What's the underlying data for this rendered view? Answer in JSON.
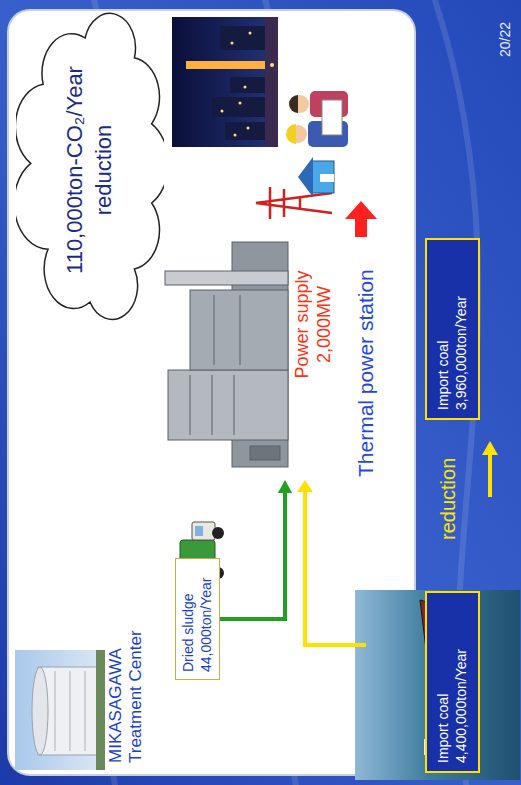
{
  "diagram": {
    "nodes": [
      {
        "text": [
          "Dried sludge 44,000ton/Year"
        ]
      },
      {
        "text": [
          "Thermal power station"
        ]
      },
      {
        "text": [
          "110,000ton-CO₂/Year reduction"
        ]
      },
      {
        "text": [
          "Import coal 4,400,000ton/Year"
        ]
      },
      {
        "text": [
          "Import coal 3,960,000ton/Year"
        ]
      }
    ],
    "edges": [
      {
        "from": 0,
        "to": 1,
        "arrow": "to"
      }
    ],
    "labels": [
      "MIKASAGAWA Treatment Center",
      "Power supply 2,000MW",
      "reduction",
      "20/22"
    ]
  }
}
